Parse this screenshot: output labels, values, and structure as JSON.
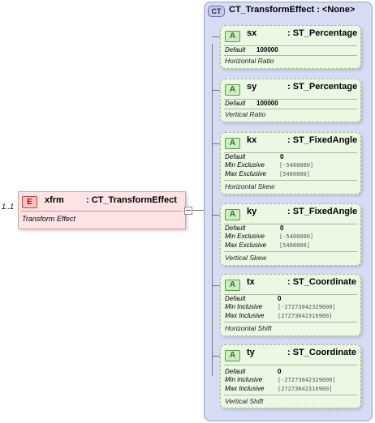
{
  "element": {
    "badge": "E",
    "name": "xfrm",
    "type": ": CT_TransformEffect",
    "description": "Transform Effect",
    "occurrence": "1..1"
  },
  "complex_type": {
    "badge": "CT",
    "title": "CT_TransformEffect : <None>"
  },
  "attributes": [
    {
      "badge": "A",
      "name": "sx",
      "type": ": ST_Percentage",
      "default_label": "Default",
      "default_value": "100000",
      "description": "Horizontal Ratio"
    },
    {
      "badge": "A",
      "name": "sy",
      "type": ": ST_Percentage",
      "default_label": "Default",
      "default_value": "100000",
      "description": "Vertical Ratio"
    },
    {
      "badge": "A",
      "name": "kx",
      "type": ": ST_FixedAngle",
      "default_label": "Default",
      "default_value": "0",
      "min_label": "Min Exclusive",
      "min_value": "[-5400000]",
      "max_label": "Max Exclusive",
      "max_value": "[5400000]",
      "description": "Horizontal Skew"
    },
    {
      "badge": "A",
      "name": "ky",
      "type": ": ST_FixedAngle",
      "default_label": "Default",
      "default_value": "0",
      "min_label": "Min Exclusive",
      "min_value": "[-5400000]",
      "max_label": "Max Exclusive",
      "max_value": "[5400000]",
      "description": "Vertical Skew"
    },
    {
      "badge": "A",
      "name": "tx",
      "type": ": ST_Coordinate",
      "default_label": "Default",
      "default_value": "0",
      "min_label": "Min Inclusive",
      "min_value": "[-27273042329600]",
      "max_label": "Max Inclusive",
      "max_value": "[27273042316900]",
      "description": "Horizontal Shift"
    },
    {
      "badge": "A",
      "name": "ty",
      "type": ": ST_Coordinate",
      "default_label": "Default",
      "default_value": "0",
      "min_label": "Min Inclusive",
      "min_value": "[-27273042329600]",
      "max_label": "Max Inclusive",
      "max_value": "[27273042316900]",
      "description": "Vertical Shift"
    }
  ]
}
